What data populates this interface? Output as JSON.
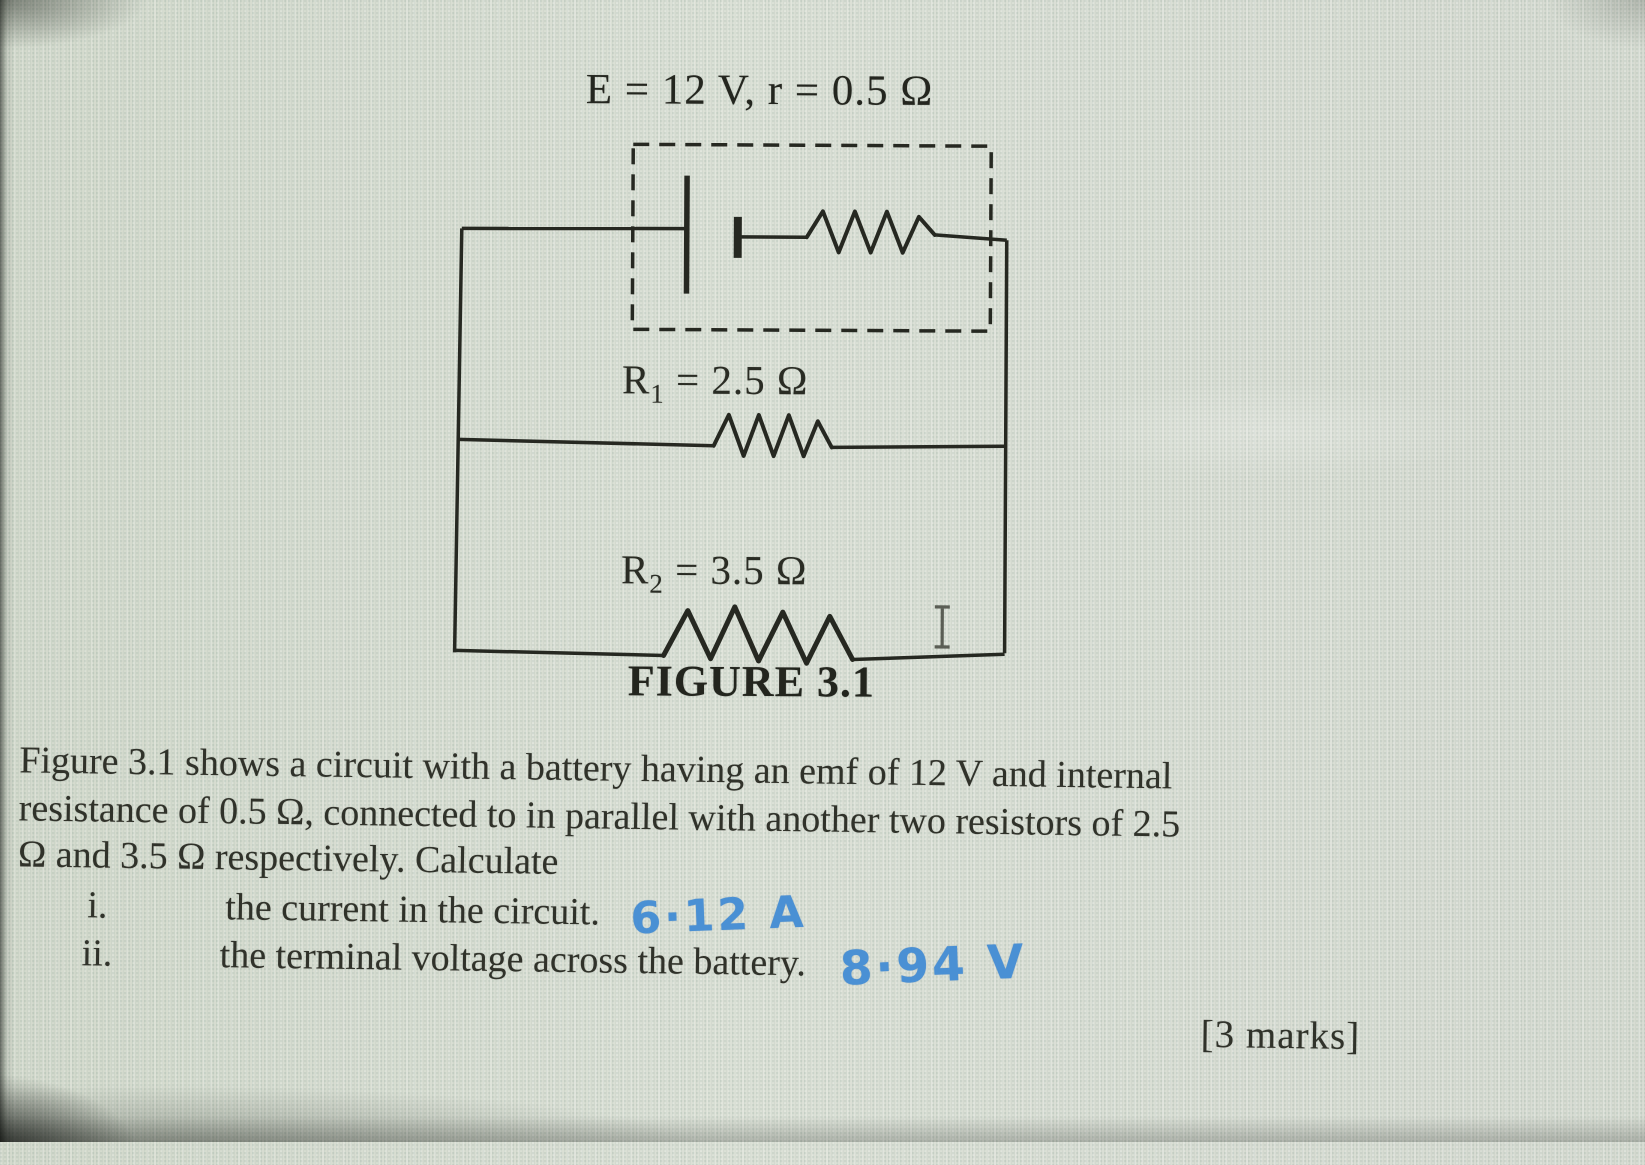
{
  "figure": {
    "title": "E = 12 V, r = 0.5 Ω",
    "r1": {
      "base": "R",
      "sub": "1",
      "rest": " = 2.5 Ω"
    },
    "r2": {
      "base": "R",
      "sub": "2",
      "rest": " = 3.5 Ω"
    },
    "caption": "FIGURE 3.1"
  },
  "problem": {
    "line1": "Figure 3.1 shows a circuit with a battery having an emf of 12 V and internal",
    "line2": "resistance of 0.5 Ω, connected to in parallel with another two resistors of 2.5",
    "line3": "Ω and 3.5 Ω respectively. Calculate",
    "items": [
      {
        "numeral": "i.",
        "text": "the current in the circuit.",
        "answer": "6·12 A"
      },
      {
        "numeral": "ii.",
        "text": "the terminal voltage across the battery.",
        "answer": "8·94 V"
      }
    ],
    "marks": "[3 marks]"
  },
  "colors": {
    "ink": "#262821",
    "printed_text": "#30322a",
    "handwriting_blue": "#4a90d4",
    "paper": "#d9ded3"
  }
}
